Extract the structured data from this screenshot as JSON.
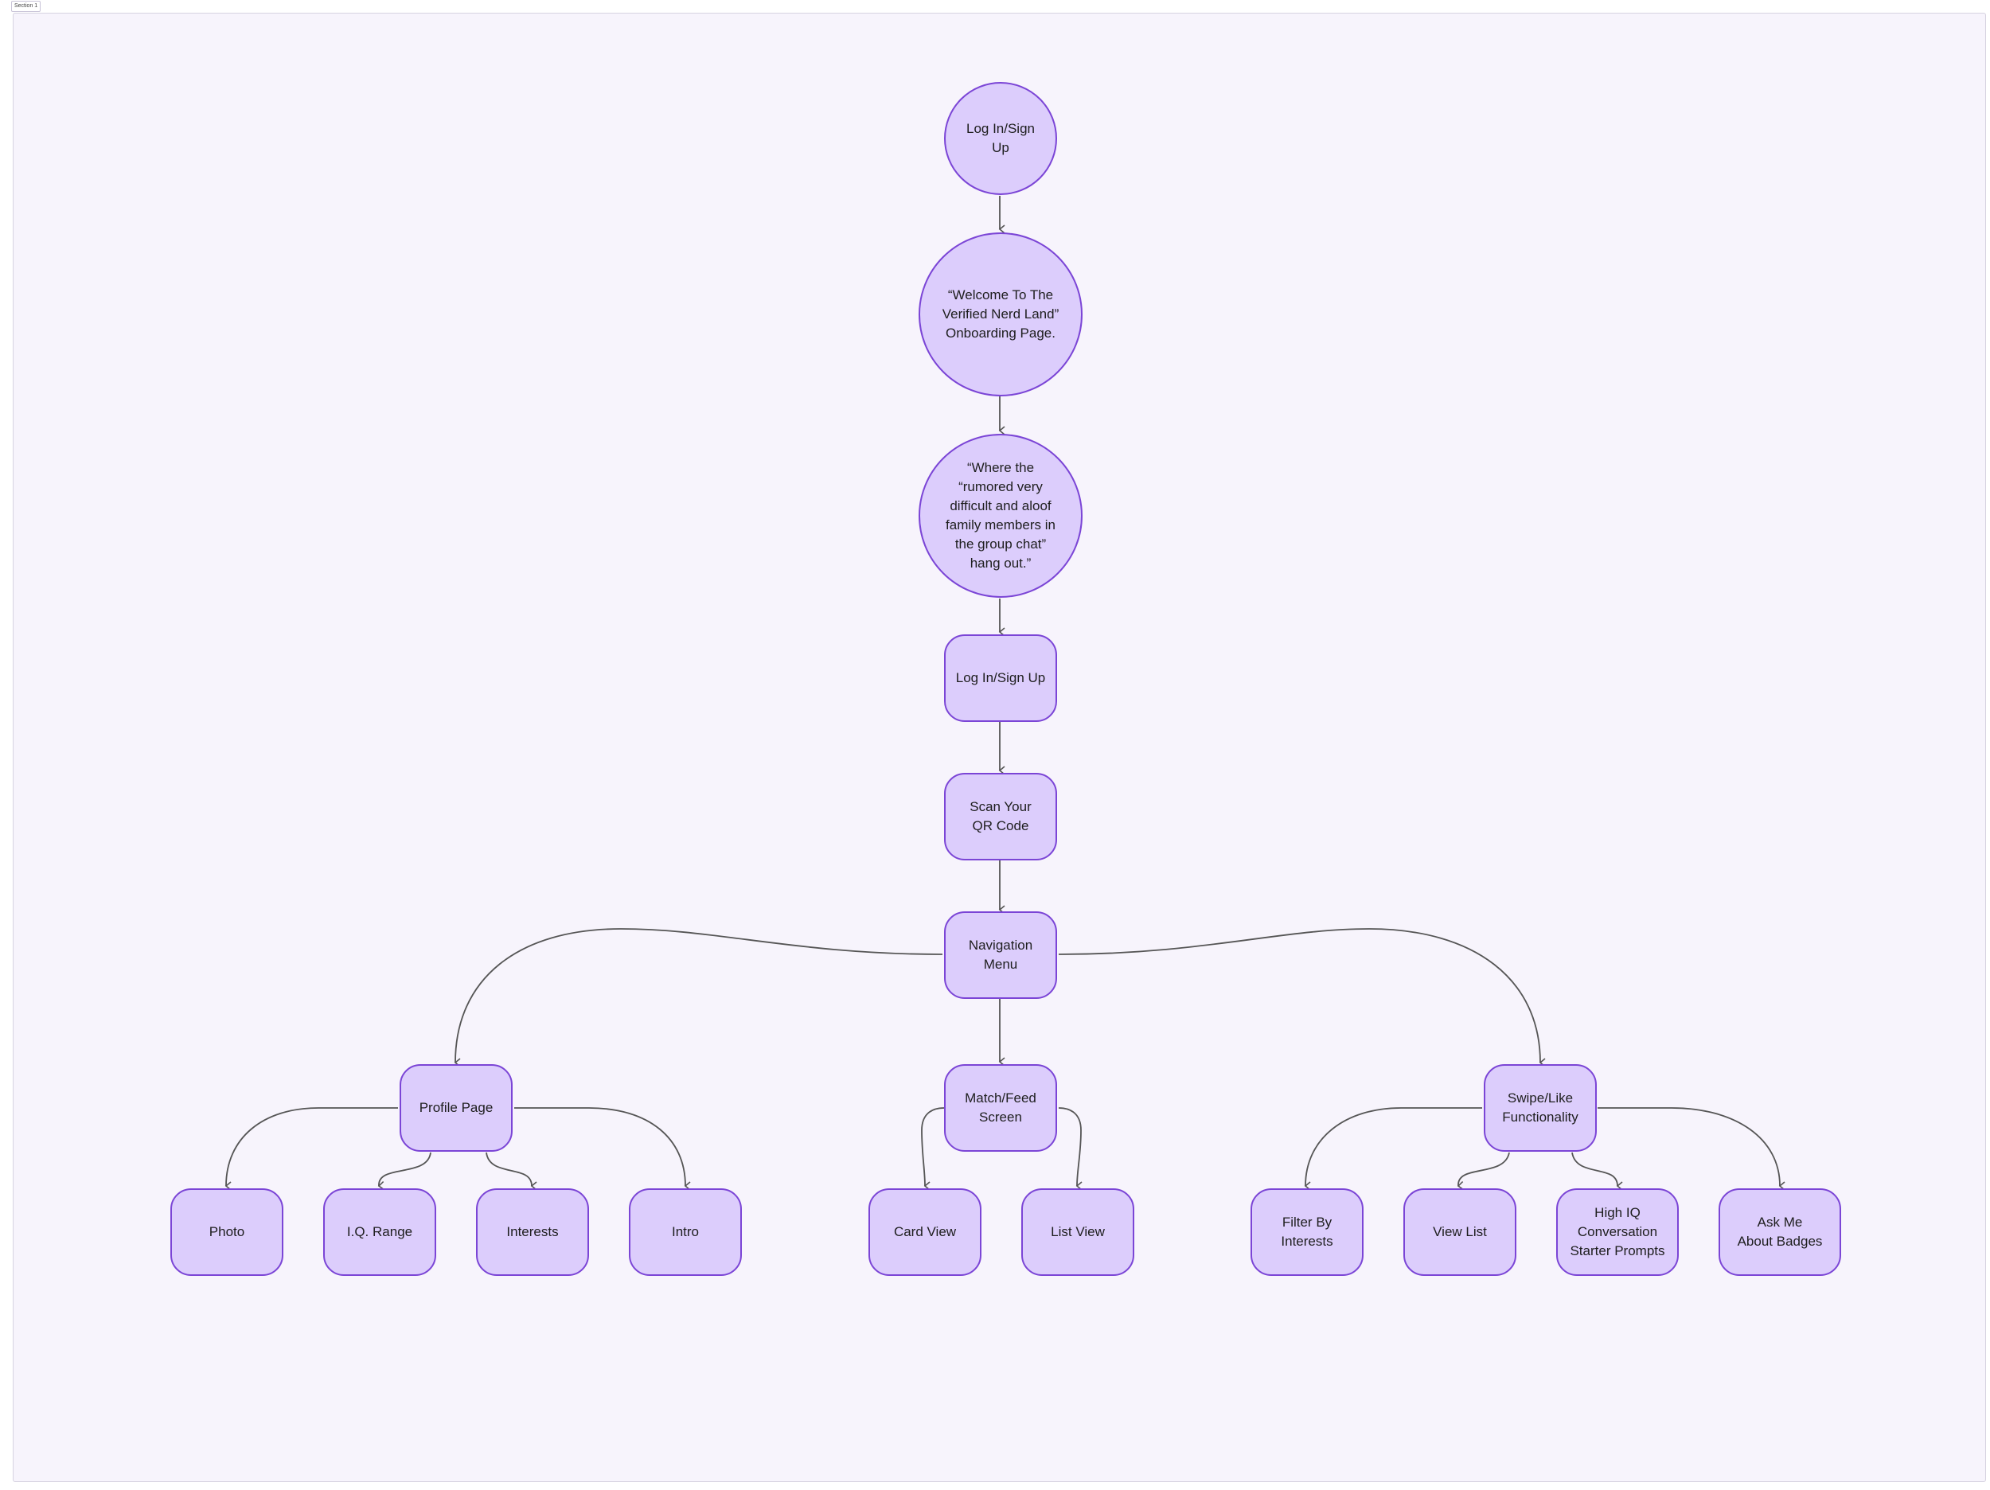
{
  "section": {
    "label": "Section 1"
  },
  "colors": {
    "node_fill": "#dccdfc",
    "node_border": "#7b45d6",
    "edge": "#555555",
    "canvas": "#f7f4fc"
  },
  "nodes": {
    "login_circle": "Log In/Sign\nUp",
    "welcome": "“Welcome To The\nVerified Nerd Land”\nOnboarding Page.",
    "where": "“Where the\n“rumored very\ndifficult  and aloof\nfamily members in\nthe group chat”\nhang out.”",
    "login_box": "Log In/Sign Up",
    "scan_qr": "Scan Your\nQR Code",
    "nav_menu": "Navigation\nMenu",
    "profile_page": "Profile Page",
    "match_feed": "Match/Feed\nScreen",
    "swipe_like": "Swipe/Like\nFunctionality",
    "photo": "Photo",
    "iq_range": "I.Q. Range",
    "interests": "Interests",
    "intro": "Intro",
    "card_view": "Card View",
    "list_view": "List View",
    "filter_interests": "Filter By\nInterests",
    "view_list": "View List",
    "high_iq": "High IQ\nConversation\nStarter Prompts",
    "ask_badges": "Ask Me\nAbout Badges"
  }
}
